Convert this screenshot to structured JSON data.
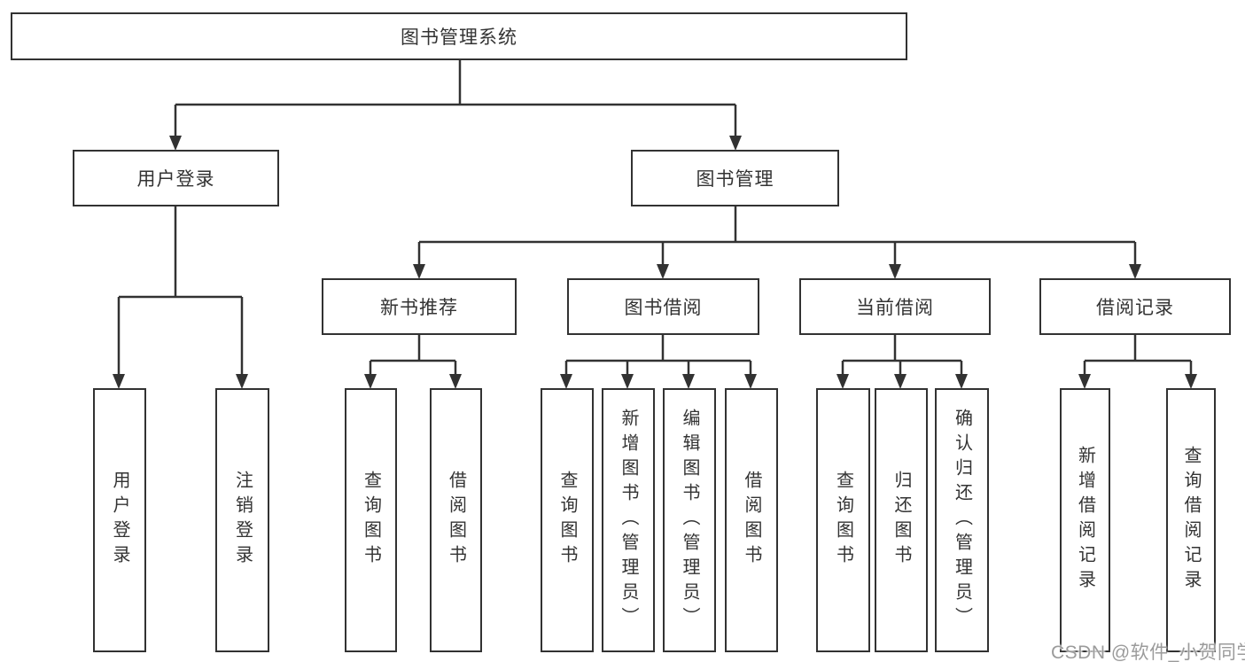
{
  "colors": {
    "line": "#323232",
    "text": "#333333",
    "box_background": "#ffffff",
    "watermark": "#9b9b9b"
  },
  "nodes": {
    "root": "图书管理系统",
    "l2": {
      "user_login": "用户登录",
      "book_mgmt": "图书管理"
    },
    "l3": {
      "new_books": "新书推荐",
      "borrow": "图书借阅",
      "current": "当前借阅",
      "records": "借阅记录"
    },
    "leaves": {
      "user_login_login": "用户登录",
      "user_login_logout": "注销登录",
      "new_books_query": "查询图书",
      "new_books_borrow": "借阅图书",
      "borrow_query": "查询图书",
      "borrow_add": "新增图书（管理员）",
      "borrow_edit": "编辑图书（管理员）",
      "borrow_borrow": "借阅图书",
      "current_query": "查询图书",
      "current_return": "归还图书",
      "current_confirm": "确认归还（管理员）",
      "records_add": "新增借阅记录",
      "records_query": "查询借阅记录"
    }
  },
  "watermark": "CSDN @软件_小贺同学"
}
